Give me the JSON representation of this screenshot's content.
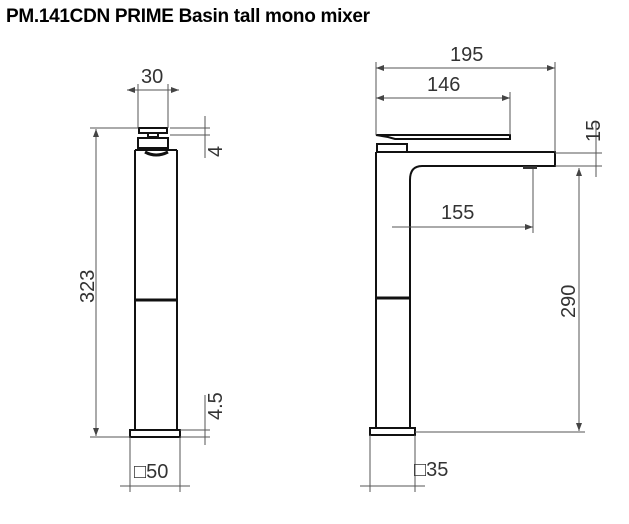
{
  "title": "PM.141CDN PRIME Basin tall mono mixer",
  "front_view": {
    "handle_width": "30",
    "handle_height": "4",
    "total_height": "323",
    "base_height": "4.5",
    "base_size": "□50"
  },
  "side_view": {
    "total_depth": "195",
    "lever_length": "146",
    "spout_height": "15",
    "spout_reach": "155",
    "outlet_height": "290",
    "base_size": "□35"
  }
}
